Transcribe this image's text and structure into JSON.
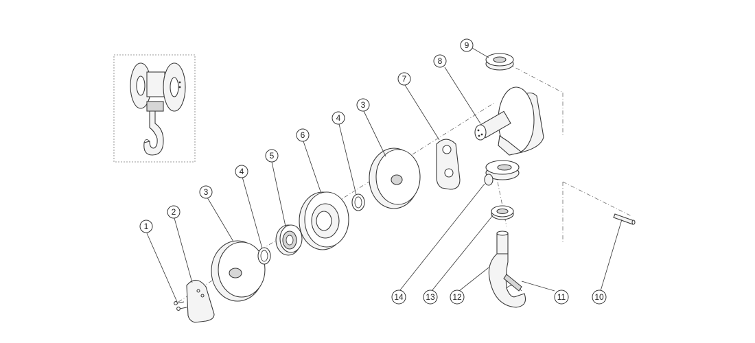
{
  "diagram": {
    "callouts": [
      {
        "id": "c1",
        "label": "1"
      },
      {
        "id": "c2",
        "label": "2"
      },
      {
        "id": "c3a",
        "label": "3"
      },
      {
        "id": "c4a",
        "label": "4"
      },
      {
        "id": "c5",
        "label": "5"
      },
      {
        "id": "c6",
        "label": "6"
      },
      {
        "id": "c4b",
        "label": "4"
      },
      {
        "id": "c3b",
        "label": "3"
      },
      {
        "id": "c7",
        "label": "7"
      },
      {
        "id": "c8",
        "label": "8"
      },
      {
        "id": "c9",
        "label": "9"
      },
      {
        "id": "c10",
        "label": "10"
      },
      {
        "id": "c11",
        "label": "11"
      },
      {
        "id": "c12",
        "label": "12"
      },
      {
        "id": "c13",
        "label": "13"
      },
      {
        "id": "c14",
        "label": "14"
      }
    ]
  }
}
